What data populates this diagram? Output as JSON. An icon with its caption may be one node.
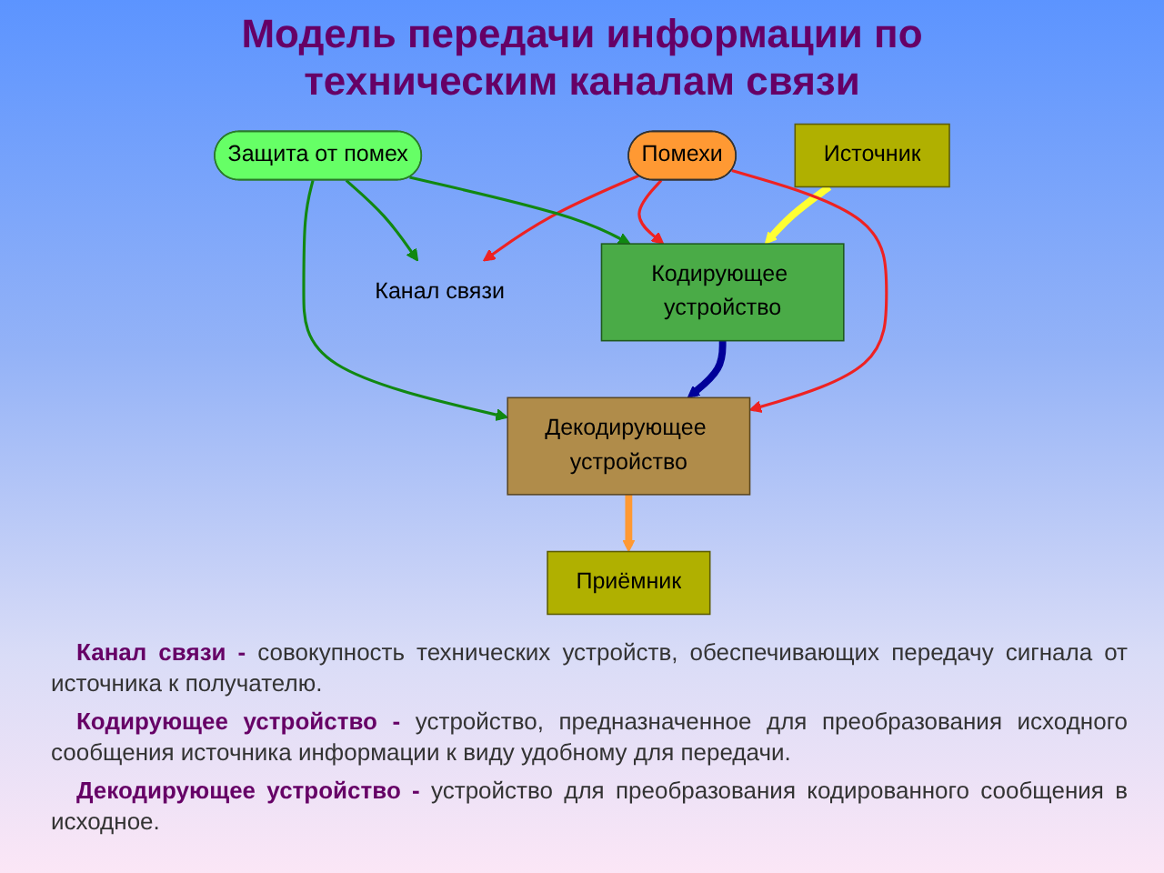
{
  "diagram": {
    "title": "Модель передачи информации по техническим каналам связи",
    "nodes": [
      {
        "text": [
          "Источник"
        ]
      },
      {
        "text": [
          "Помехи"
        ]
      },
      {
        "text": [
          "Кодирующее устройство"
        ]
      },
      {
        "text": [
          "Канал связи"
        ]
      },
      {
        "text": [
          "Декодирующее устройство"
        ]
      },
      {
        "text": [
          "Приёмник"
        ]
      },
      {
        "text": [
          "Защита от помех"
        ]
      }
    ],
    "edges": [
      {
        "from": 0,
        "to": 2,
        "arrow": "to",
        "style": "thick",
        "color": "#ffff33"
      },
      {
        "from": 1,
        "to": 2,
        "arrow": "to",
        "color": "#ee2222"
      },
      {
        "from": 1,
        "to": 3,
        "arrow": "to",
        "color": "#ee2222"
      },
      {
        "from": 1,
        "to": 4,
        "arrow": "to",
        "color": "#ee2222"
      },
      {
        "from": 2,
        "to": 4,
        "arrow": "to",
        "style": "thick",
        "color": "#000099"
      },
      {
        "from": 4,
        "to": 5,
        "arrow": "to",
        "style": "thick",
        "color": "#ff9933"
      },
      {
        "from": 6,
        "to": 2,
        "arrow": "to",
        "color": "#118811"
      },
      {
        "from": 6,
        "to": 3,
        "arrow": "to",
        "color": "#118811"
      },
      {
        "from": 6,
        "to": 4,
        "arrow": "to",
        "color": "#118811"
      }
    ],
    "labels": [
      "**Канал связи -** совокупность технических устройств, обеспечивающих передачу сигнала от источника к получателю.",
      "**Кодирующее устройство -** устройство, предназначенное для преобразования исходного сообщения источника информации к виду удобному для передачи.",
      "**Декодирующее устройство -** устройство для преобразования кодированного сообщения в исходное."
    ]
  }
}
